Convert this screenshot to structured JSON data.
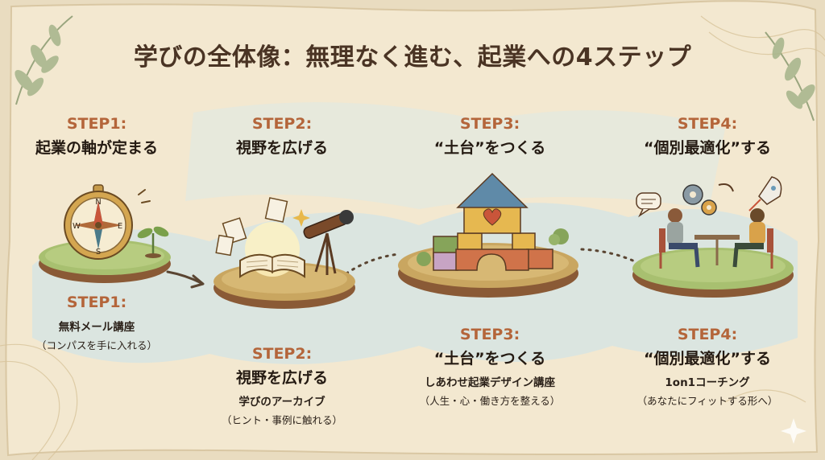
{
  "title": "学びの全体像：無理なく進む、起業への4ステップ",
  "steps": [
    {
      "step": "STEP1:",
      "headline": "起業の軸が定まる",
      "course": "無料メール講座",
      "note": "（コンパスを手に入れる）"
    },
    {
      "step": "STEP2:",
      "headline": "視野を広げる",
      "course": "学びのアーカイブ",
      "note": "（ヒント・事例に触れる）"
    },
    {
      "step": "STEP3:",
      "headline": "“土台”をつくる",
      "course": "しあわせ起業デザイン講座",
      "note": "（人生・心・働き方を整える）"
    },
    {
      "step": "STEP4:",
      "headline": "“個別最適化”する",
      "course": "1on1コーチング",
      "note": "（あなたにフィットする形へ）"
    }
  ],
  "compass_letters": {
    "n": "N",
    "e": "E",
    "s": "S",
    "w": "W"
  },
  "colors": {
    "title": "#4a3424",
    "step_accent": "#b4653a",
    "parchment": "#efe3c8",
    "water": "#cfe1e6"
  }
}
